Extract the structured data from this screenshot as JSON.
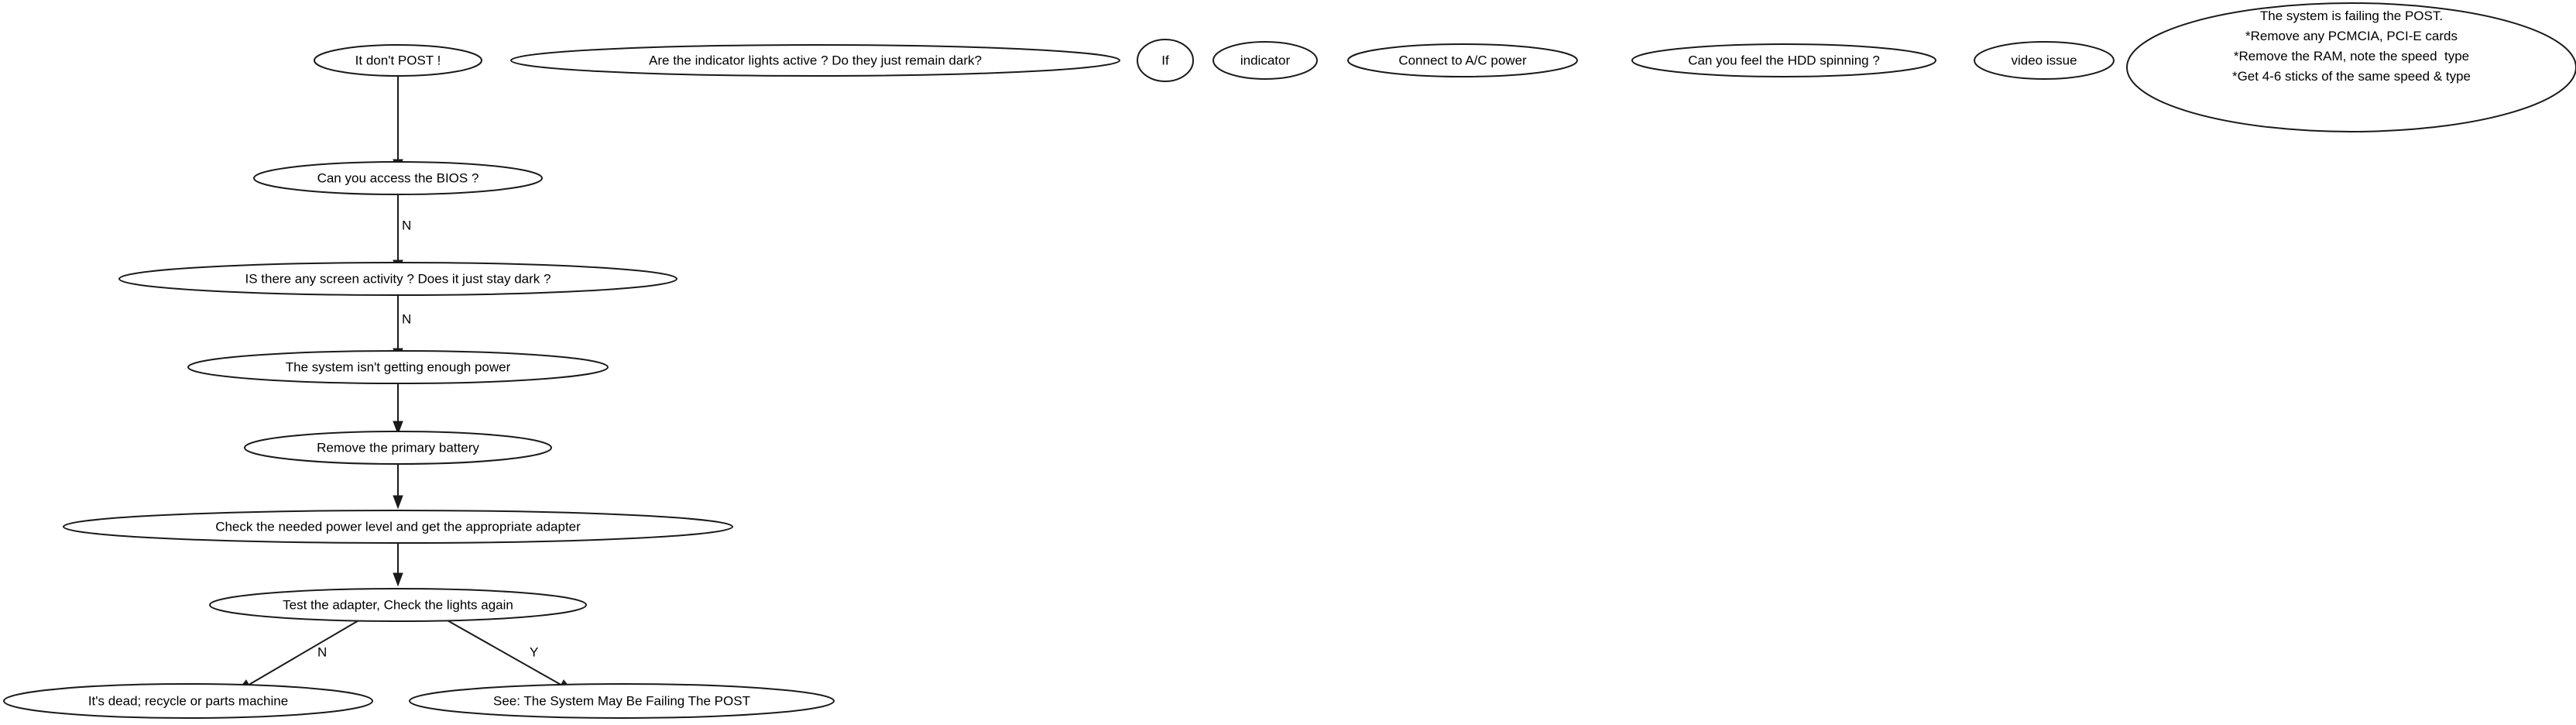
{
  "diagram": {
    "title": "It don't POST troubleshooting flowchart",
    "type": "flowchart",
    "background_color": "#ffffff",
    "node_fill_color": "#ffffff",
    "node_stroke_color": "#1a1a1a",
    "text_color": "#000000"
  },
  "nodes": [
    {
      "id": "post",
      "label": "It don't POST !"
    },
    {
      "id": "indicator_q",
      "label": "Are the indicator lights active ? Do they just remain dark?"
    },
    {
      "id": "if",
      "label": "If"
    },
    {
      "id": "indicator",
      "label": "indicator"
    },
    {
      "id": "ac_power",
      "label": "Connect to A/C power"
    },
    {
      "id": "hdd",
      "label": "Can you feel the HDD spinning ?"
    },
    {
      "id": "video",
      "label": "video issue"
    },
    {
      "id": "post_fail_l1",
      "label": "The system is failing the POST."
    },
    {
      "id": "post_fail_l2",
      "label": "*Remove any PCMCIA, PCI-E cards"
    },
    {
      "id": "post_fail_l3",
      "label": "*Remove the RAM, note the speed  type"
    },
    {
      "id": "post_fail_l4",
      "label": "*Get 4-6 sticks of the same speed & type"
    },
    {
      "id": "bios",
      "label": "Can you access the BIOS ?"
    },
    {
      "id": "screen",
      "label": "IS there any screen activity ? Does it just stay dark ?"
    },
    {
      "id": "power",
      "label": "The system isn't getting enough power"
    },
    {
      "id": "battery",
      "label": "Remove the primary battery"
    },
    {
      "id": "adapter",
      "label": "Check the needed power level and get the appropriate adapter"
    },
    {
      "id": "test_adapter",
      "label": "Test the adapter, Check the lights again"
    },
    {
      "id": "dead",
      "label": "It's dead; recycle or parts machine"
    },
    {
      "id": "see_post",
      "label": "See: The System May Be Failing The POST"
    }
  ],
  "edges": [
    {
      "from": "post",
      "to": "bios",
      "label": ""
    },
    {
      "from": "bios",
      "to": "screen",
      "label": "N"
    },
    {
      "from": "screen",
      "to": "power",
      "label": "N"
    },
    {
      "from": "power",
      "to": "battery",
      "label": ""
    },
    {
      "from": "battery",
      "to": "adapter",
      "label": ""
    },
    {
      "from": "adapter",
      "to": "test_adapter",
      "label": ""
    },
    {
      "from": "test_adapter",
      "to": "dead",
      "label": "N"
    },
    {
      "from": "test_adapter",
      "to": "see_post",
      "label": "Y"
    }
  ]
}
